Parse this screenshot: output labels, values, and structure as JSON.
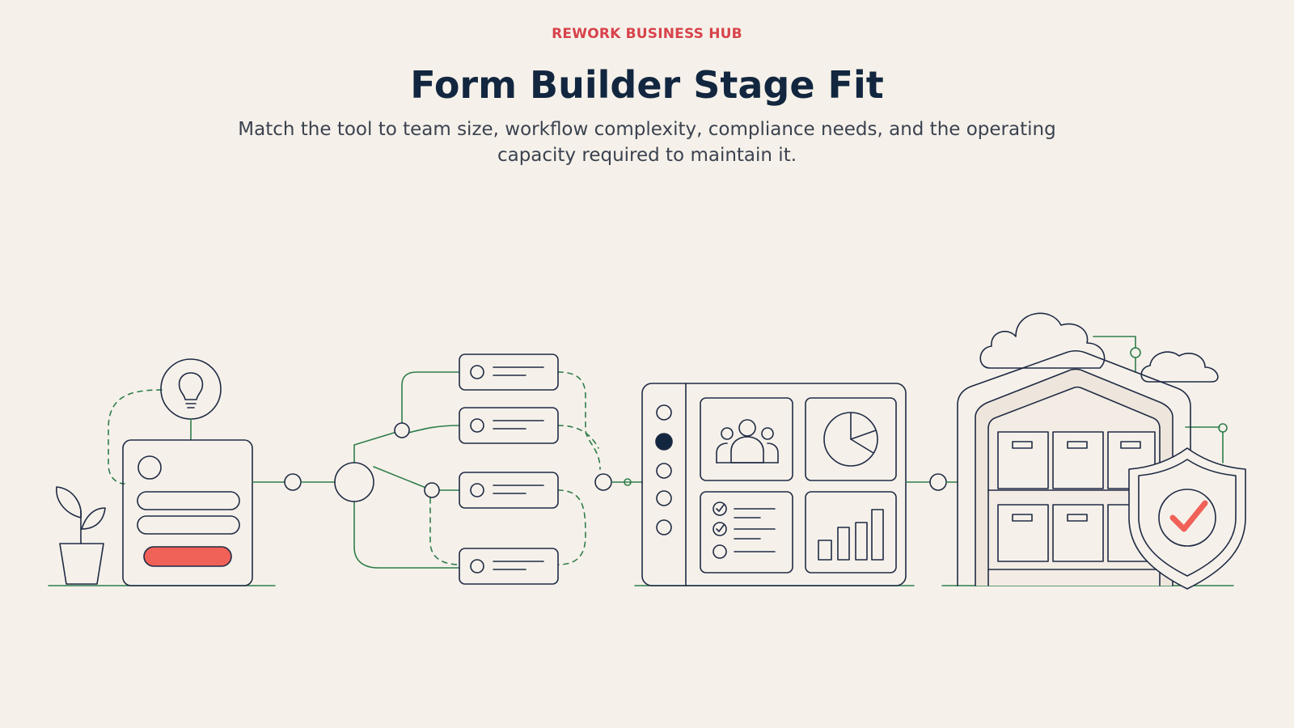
{
  "header": {
    "eyebrow": "REWORK BUSINESS HUB",
    "title": "Form Builder Stage Fit",
    "subtitle": "Match the tool to team size, workflow complexity, compliance needs, and the operating capacity required to maintain it."
  },
  "colors": {
    "background": "#f5f1ea",
    "accent": "#d8434b",
    "heading": "#12263f",
    "line_green": "#2f7d4a",
    "ink": "#1f2a44",
    "highlight": "#f06158"
  },
  "illustration": {
    "stages": [
      {
        "icon": "form-with-idea-icon"
      },
      {
        "icon": "workflow-branch-icon"
      },
      {
        "icon": "dashboard-icon"
      },
      {
        "icon": "secure-warehouse-icon"
      }
    ]
  }
}
